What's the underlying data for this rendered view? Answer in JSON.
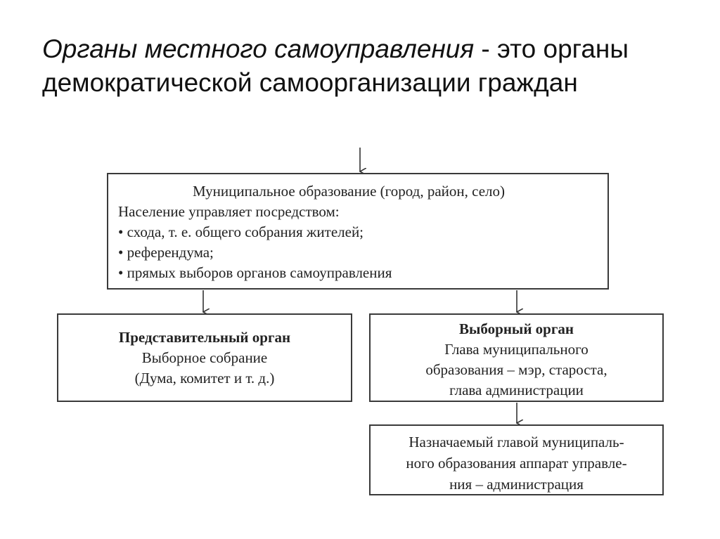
{
  "title": {
    "italic_part": "Органы местного самоуправления",
    "rest_part": " - это органы демократической самоорганизации граждан"
  },
  "diagram": {
    "municipal_box": {
      "heading": "Муниципальное образование (город, район, село)",
      "intro": "Население управляет посредством:",
      "bullets": [
        "схода, т. е. общего собрания жителей;",
        "референдума;",
        "прямых выборов органов самоуправления"
      ]
    },
    "representative_box": {
      "heading": "Представительный орган",
      "lines": [
        "Выборное собрание",
        "(Дума, комитет и т. д.)"
      ]
    },
    "elected_box": {
      "heading": "Выборный орган",
      "lines": [
        "Глава муниципального",
        "образования – мэр, староста,",
        "глава администрации"
      ]
    },
    "appointed_box": {
      "lines": [
        "Назначаемый главой муниципаль-",
        "ного образования аппарат управле-",
        "ния – администрация"
      ]
    }
  }
}
